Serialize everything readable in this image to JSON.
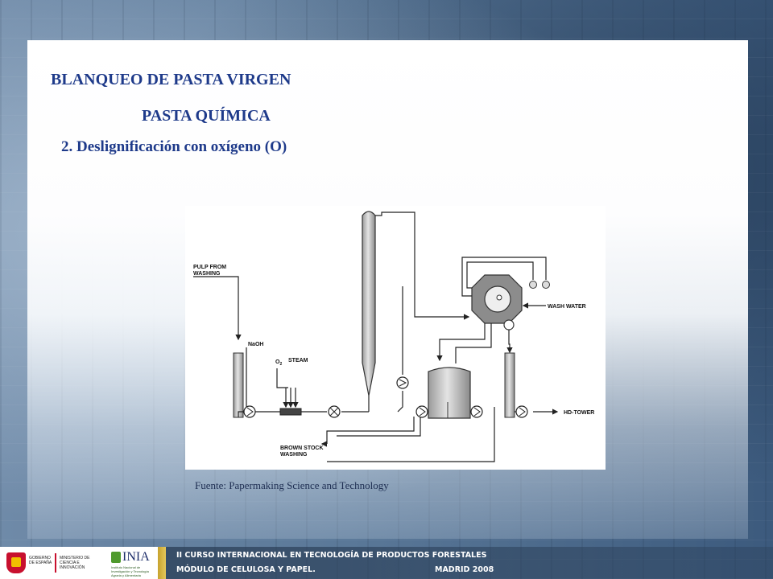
{
  "slide": {
    "title": "BLANQUEO DE PASTA VIRGEN",
    "subtitle": "PASTA QUÍMICA",
    "point": "2. Deslignificación con oxígeno (O)",
    "source": "Fuente: Papermaking Science and Technology"
  },
  "diagram": {
    "labels": {
      "pulp_from_1": "PULP FROM",
      "pulp_from_2": "WASHING",
      "naoh": "NaOH",
      "o2": "O",
      "o2_sub": "2",
      "steam": "STEAM",
      "wash_water": "WASH WATER",
      "hd_tower": "HD-TOWER",
      "brown_stock_1": "BROWN STOCK",
      "brown_stock_2": "WASHING"
    }
  },
  "footer": {
    "line1": "II CURSO INTERNACIONAL EN TECNOLOGÍA DE PRODUCTOS FORESTALES",
    "line2_left": "MÓDULO DE CELULOSA Y PAPEL.",
    "line2_right": "MADRID 2008",
    "gov_text": "GOBIERNO DE ESPAÑA",
    "ministry_text": "MINISTERIO DE CIENCIA E INNOVACIÓN",
    "inia_name": "INIA",
    "inia_sub": "Instituto Nacional de Investigación y Tecnología Agraria y Alimentaria"
  },
  "colors": {
    "title": "#1e3a8a",
    "background": "#4a6a8c"
  }
}
